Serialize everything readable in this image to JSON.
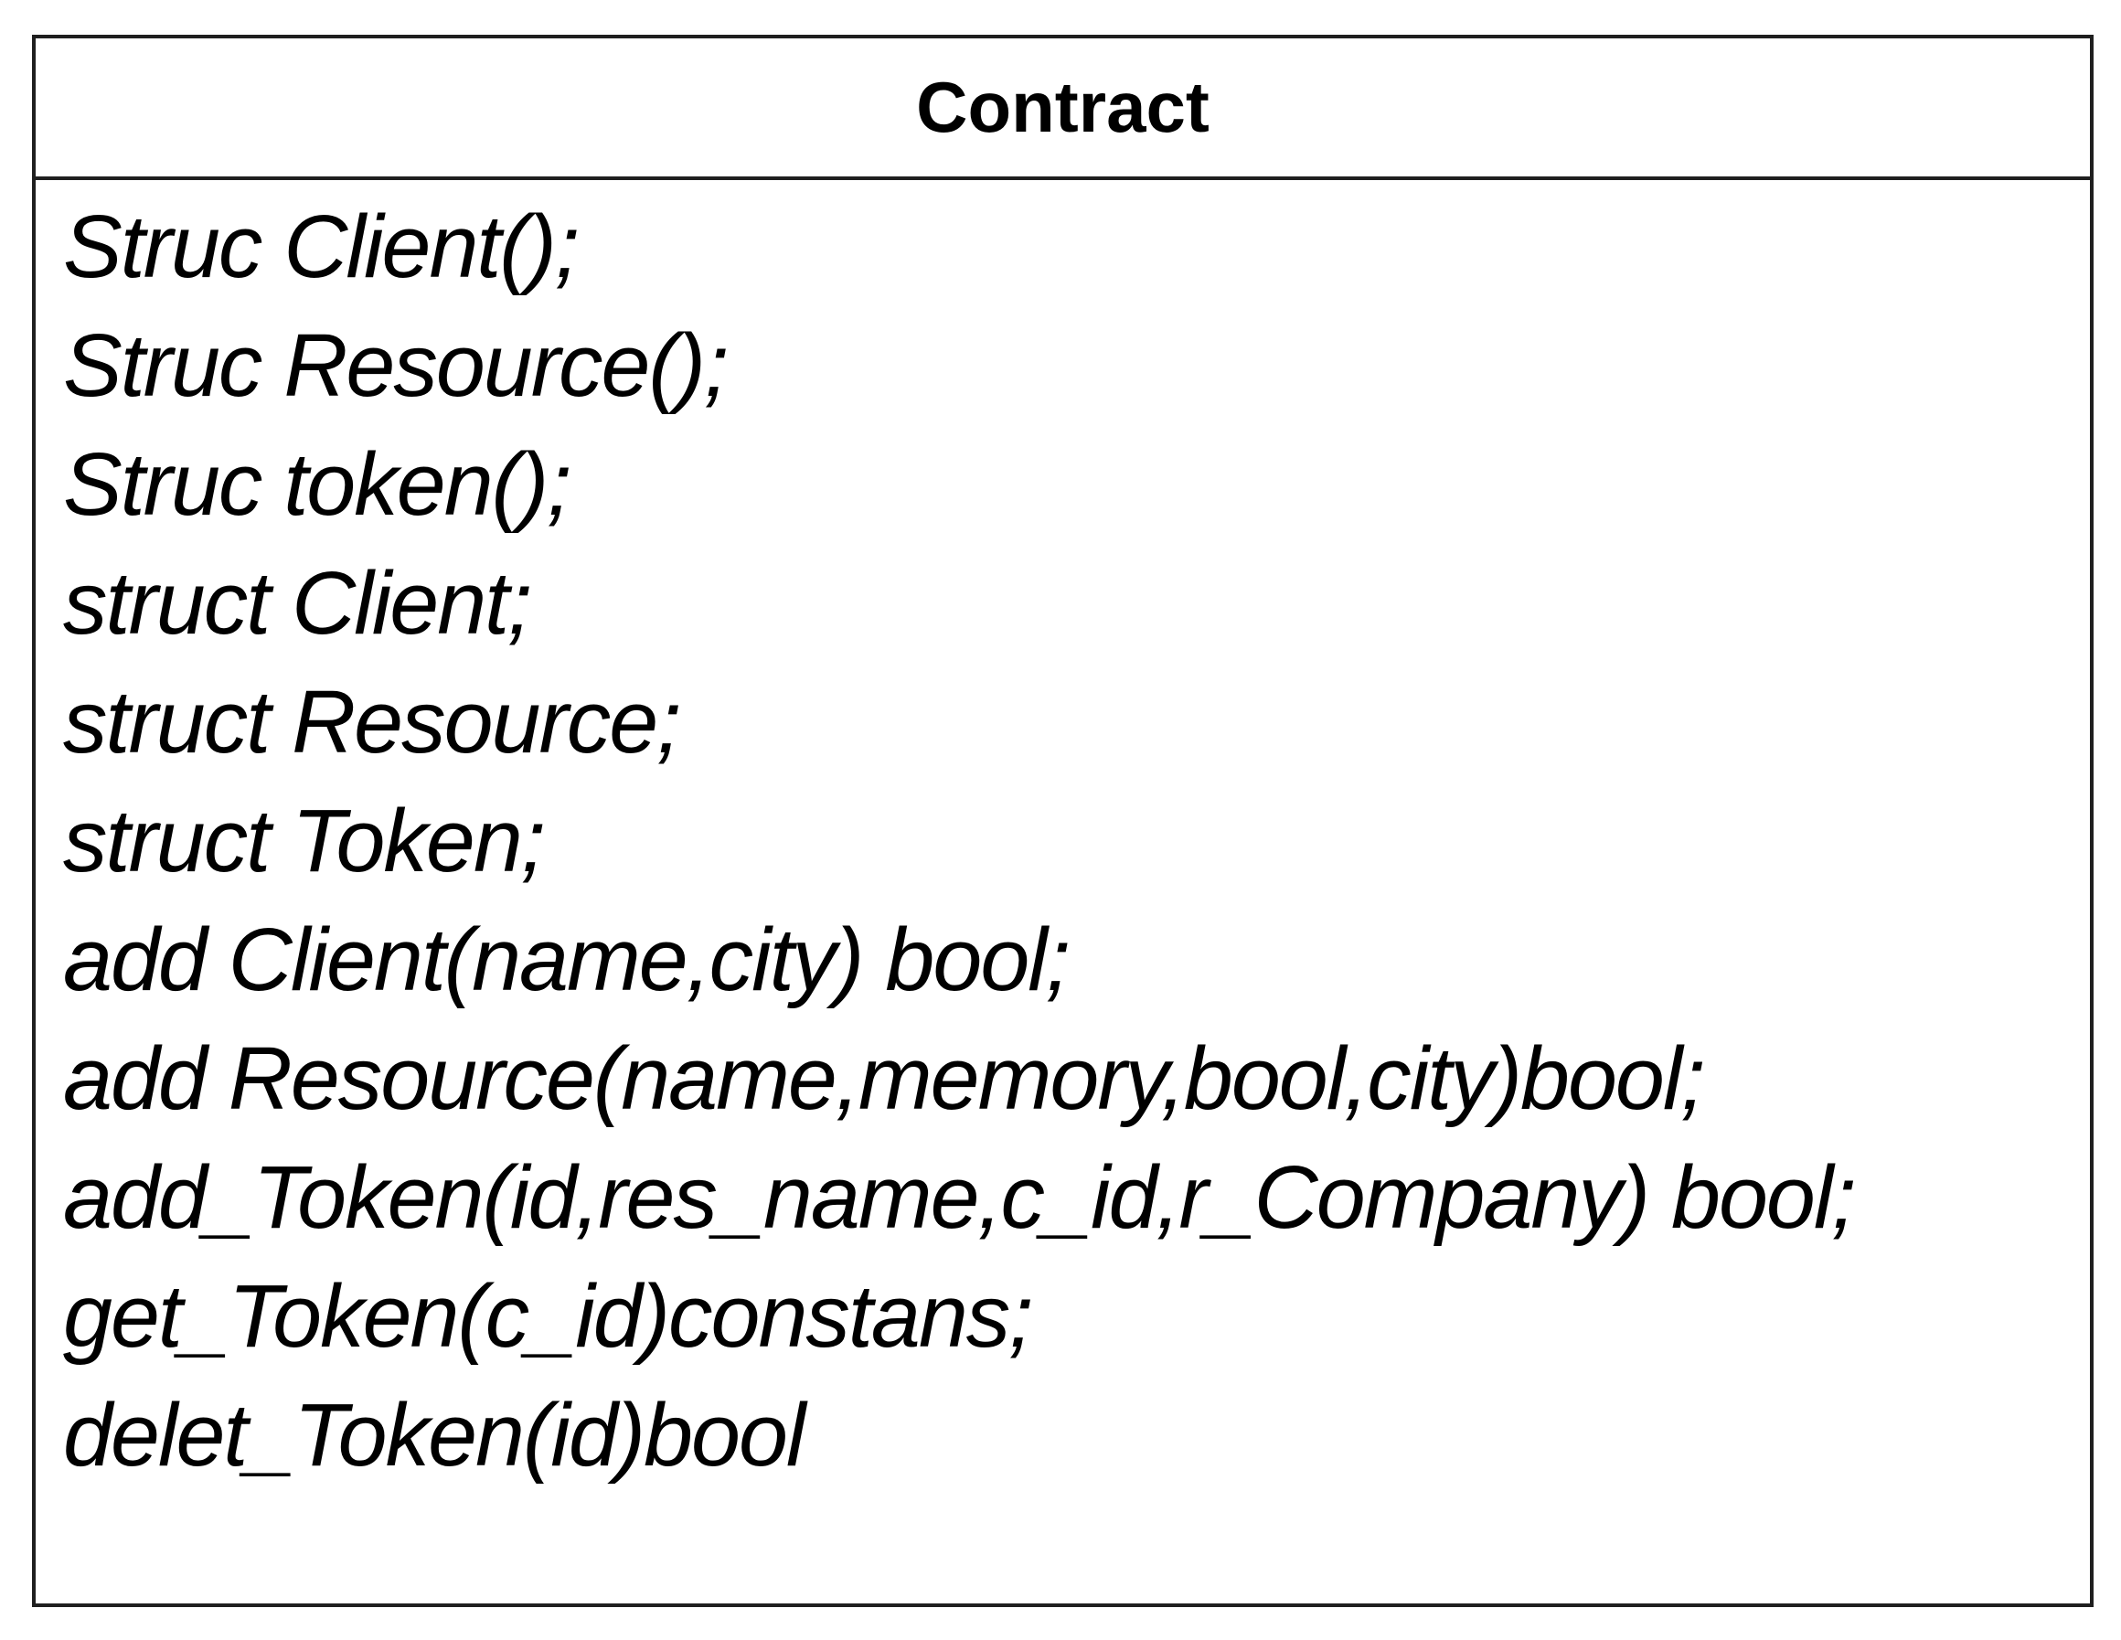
{
  "colors": {
    "border": "#1f1f1f",
    "text": "#000000",
    "background": "#ffffff"
  },
  "box": {
    "title": "Contract",
    "members": [
      "Struc Client();",
      "Struc Resource();",
      "Struc token();",
      "struct Client;",
      "struct Resource;",
      "struct Token;",
      "add Client(name,city) bool;",
      "add Resource(name,memory,bool,city)bool;",
      "add_Token(id,res_name,c_id,r_Company) bool;",
      "get_Token(c_id)constans;",
      "delet_Token(id)bool"
    ]
  }
}
